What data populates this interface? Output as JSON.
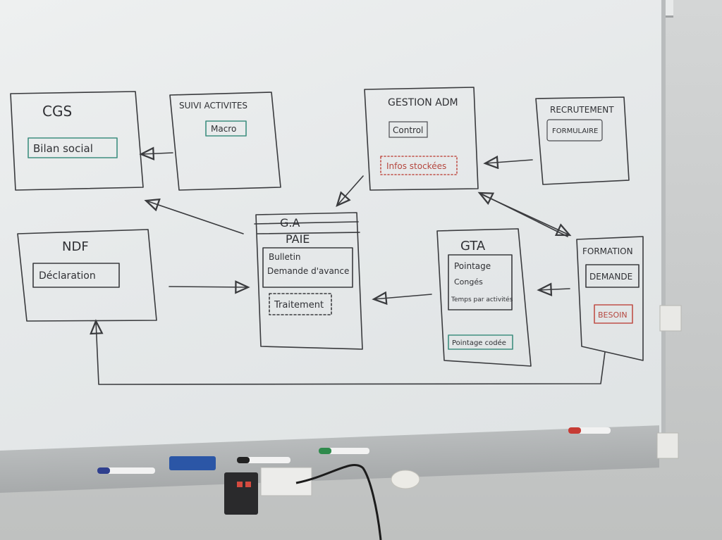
{
  "boxes": {
    "cgs": {
      "title": "CGS",
      "item": "Bilan social"
    },
    "suivi": {
      "title": "SUIVI ACTIVITES",
      "item": "Macro"
    },
    "gestion": {
      "title": "GESTION ADM",
      "item": "Control",
      "note": "Infos stockées"
    },
    "recrutement": {
      "title": "RECRUTEMENT",
      "item": "FORMULAIRE"
    },
    "ndf": {
      "title": "NDF",
      "item": "Déclaration"
    },
    "ga": {
      "title": "G.A",
      "subtitle": "PAIE",
      "items": [
        "Bulletin",
        "Demande d'avance"
      ],
      "note": "Traitement"
    },
    "gta": {
      "title": "GTA",
      "items": [
        "Pointage",
        "Congés",
        "Temps par activités"
      ],
      "note": "Pointage codée"
    },
    "formation": {
      "title": "FORMATION",
      "item": "DEMANDE",
      "note": "BESOIN"
    }
  },
  "colors": {
    "ink": "#3a3b3e",
    "teal": "#3f8f80",
    "red": "#c05048",
    "board": "#e8ebec"
  }
}
